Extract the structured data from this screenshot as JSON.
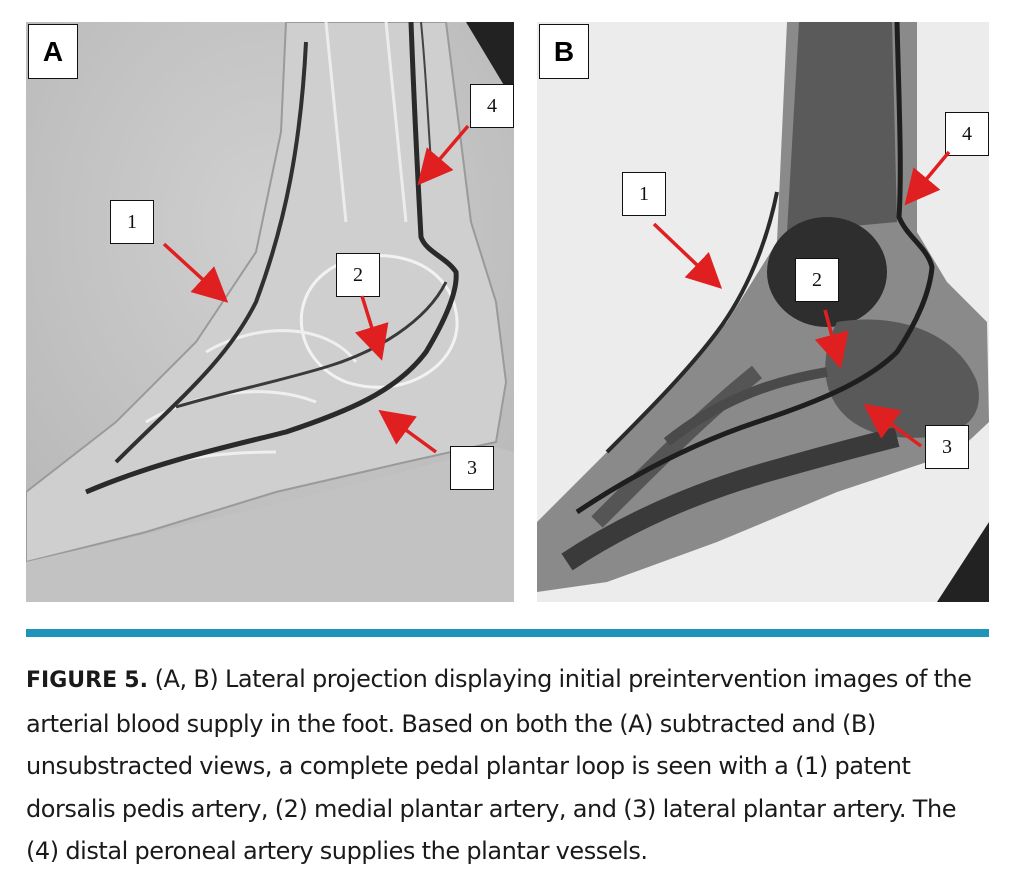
{
  "figure": {
    "panels": [
      {
        "letter": "A",
        "callouts": [
          "1",
          "2",
          "3",
          "4"
        ]
      },
      {
        "letter": "B",
        "callouts": [
          "1",
          "2",
          "3",
          "4"
        ]
      }
    ],
    "caption_label": "FIGURE 5.",
    "caption_text": "(A, B) Lateral projection displaying initial preintervention images of the arterial blood supply in the foot. Based on both the (A) subtracted and (B) unsubstracted views, a complete pedal plantar loop is seen with a (1) patent dorsalis pedis artery, (2) medial plantar artery, and (3) lateral plantar artery. The (4) distal peroneal artery supplies the plantar vessels.",
    "colors": {
      "accent_rule": "#1f93b8",
      "arrow": "#e02020"
    }
  }
}
